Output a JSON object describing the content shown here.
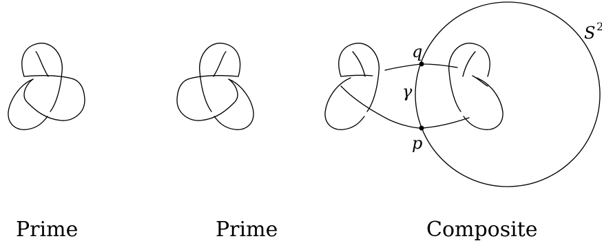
{
  "captions": {
    "left": "Prime",
    "middle": "Prime",
    "right": "Composite"
  },
  "labels": {
    "sphere_main": "S",
    "sphere_sup": "2",
    "point_q": "q",
    "point_p": "p",
    "arc_gamma": "γ"
  },
  "colors": {
    "stroke": "#000000",
    "background": "#ffffff"
  }
}
